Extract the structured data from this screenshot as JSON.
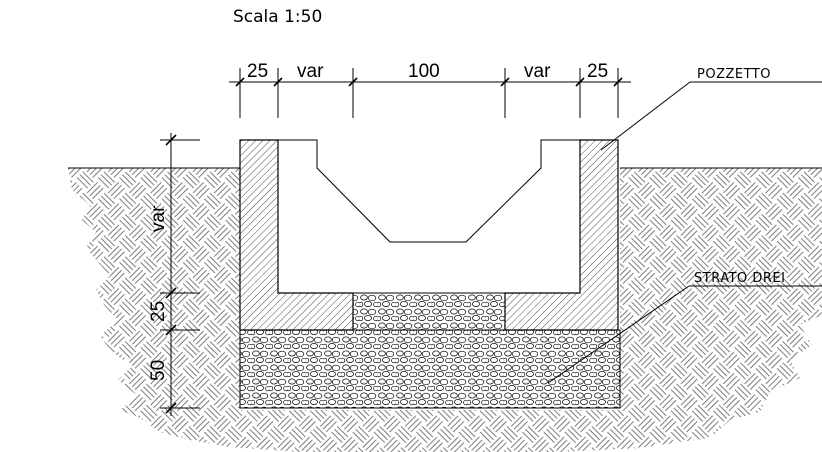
{
  "title": "Scala 1:50",
  "dimensions": {
    "top": [
      "25",
      "var",
      "100",
      "var",
      "25"
    ],
    "left": [
      "var",
      "25",
      "50"
    ]
  },
  "labels": {
    "pozzetto": "POZZETTO",
    "strato": "STRATO DREI"
  },
  "colors": {
    "line": "#000000",
    "background": "#ffffff"
  }
}
